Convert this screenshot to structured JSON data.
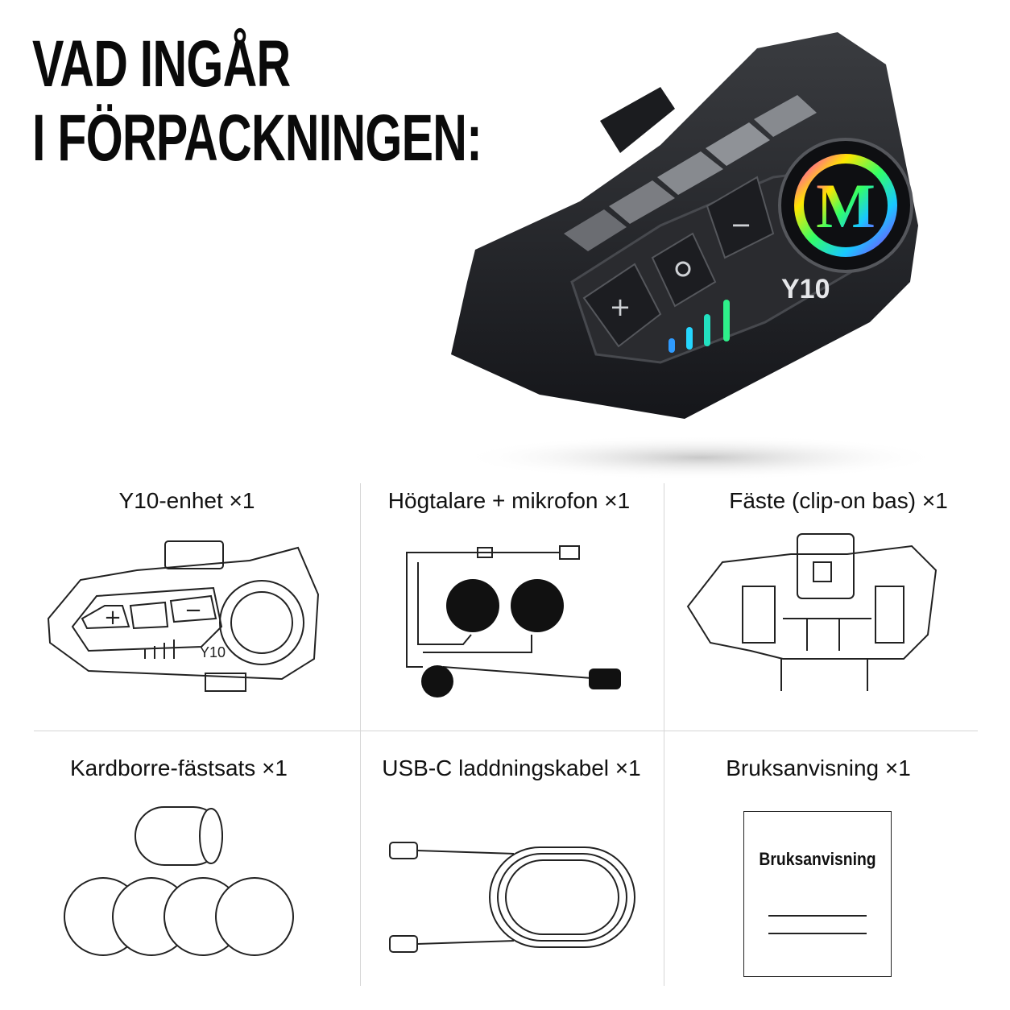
{
  "headline": {
    "line1": "VAD INGÅR",
    "line2": "I FÖRPACKNINGEN:"
  },
  "hero": {
    "model_label": "Y10",
    "logo_letter": "M",
    "led_color": "#2f9bff"
  },
  "items": [
    {
      "label": "Y10-enhet ×1",
      "icon": "intercom-unit-icon",
      "unit_label": "Y10"
    },
    {
      "label": "Högtalare + mikrofon ×1",
      "icon": "speaker-microphone-icon"
    },
    {
      "label": "Fäste (clip-on bas) ×1",
      "icon": "clip-mount-icon"
    },
    {
      "label": "Kardborre-fästsats ×1",
      "icon": "velcro-kit-icon"
    },
    {
      "label": "USB-C laddningskabel ×1",
      "icon": "usb-c-cable-icon"
    },
    {
      "label": "Bruksanvisning ×1",
      "icon": "manual-icon",
      "manual_title": "Bruksanvisning"
    }
  ]
}
